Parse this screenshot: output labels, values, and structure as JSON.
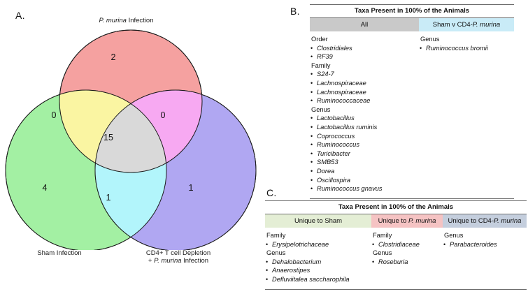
{
  "panels": {
    "a_letter": "A.",
    "b_letter": "B.",
    "c_letter": "C."
  },
  "venn": {
    "labels": {
      "top_italic": "P. murina",
      "top_rest": " Infection",
      "left": "Sham Infection",
      "right_line1": "CD4+ T cell Depletion",
      "right_line2_prefix": "+ ",
      "right_line2_italic": "P. murina",
      "right_line2_suffix": " Infection"
    },
    "counts": {
      "p_murina_only": "2",
      "sham_only": "4",
      "cd4_only": "1",
      "sham_and_pmurina": "0",
      "pmurina_and_cd4": "0",
      "sham_and_cd4": "1",
      "all_three": "15"
    },
    "colors": {
      "p_murina": "#f5a1a0",
      "sham": "#a3f0a3",
      "cd4": "#b0a7f2",
      "sham_x_pmurina": "#faf5a2",
      "pmurina_x_cd4": "#f7a9f2",
      "sham_x_cd4": "#b2f5fb",
      "triple": "#d9d9d9",
      "stroke": "#1a1a1a"
    }
  },
  "panel_b": {
    "title": "Taxa Present in 100% of the Animals",
    "columns": [
      {
        "header": "All",
        "header_color": "#c9c9c9",
        "groups": [
          {
            "rank": "Order",
            "items": [
              "Clostridiales",
              "RF39"
            ]
          },
          {
            "rank": "Family",
            "items": [
              "S24-7",
              "Lachnospiraceae",
              "Lachnospiraceae",
              "Ruminococcaceae"
            ]
          },
          {
            "rank": "Genus",
            "items": [
              "Lactobacillus",
              "Lactobacillus ruminis",
              "Coprococcus",
              "Ruminococcus",
              "Turicibacter",
              "SMB53",
              "Dorea",
              "Oscillospira",
              "Ruminococcus gnavus"
            ]
          }
        ]
      },
      {
        "header_prefix": "Sham v CD4-",
        "header_italic": "P. murina",
        "header_color": "#c9ebf7",
        "groups": [
          {
            "rank": "Genus",
            "items": [
              "Ruminococcus bromii"
            ]
          }
        ]
      }
    ]
  },
  "panel_c": {
    "title": "Taxa Present in 100% of the Animals",
    "columns": [
      {
        "header": "Unique to Sham",
        "header_color": "#e4eed5",
        "groups": [
          {
            "rank": "Family",
            "items": [
              "Erysipelotrichaceae"
            ]
          },
          {
            "rank": "Genus",
            "items": [
              "Dehalobacterium",
              "Anaerostipes",
              "Defluviitalea saccharophila"
            ]
          }
        ]
      },
      {
        "header_prefix": "Unique to ",
        "header_italic": "P. murina",
        "header_color": "#f5c3c3",
        "groups": [
          {
            "rank": "Family",
            "items": [
              "Clostridiaceae"
            ]
          },
          {
            "rank": "Genus",
            "items": [
              "Roseburia"
            ]
          }
        ]
      },
      {
        "header_prefix": "Unique to CD4-",
        "header_italic": "P. murina",
        "header_color": "#c4cedd",
        "groups": [
          {
            "rank": "Genus",
            "items": [
              "Parabacteroides"
            ]
          }
        ]
      }
    ]
  }
}
